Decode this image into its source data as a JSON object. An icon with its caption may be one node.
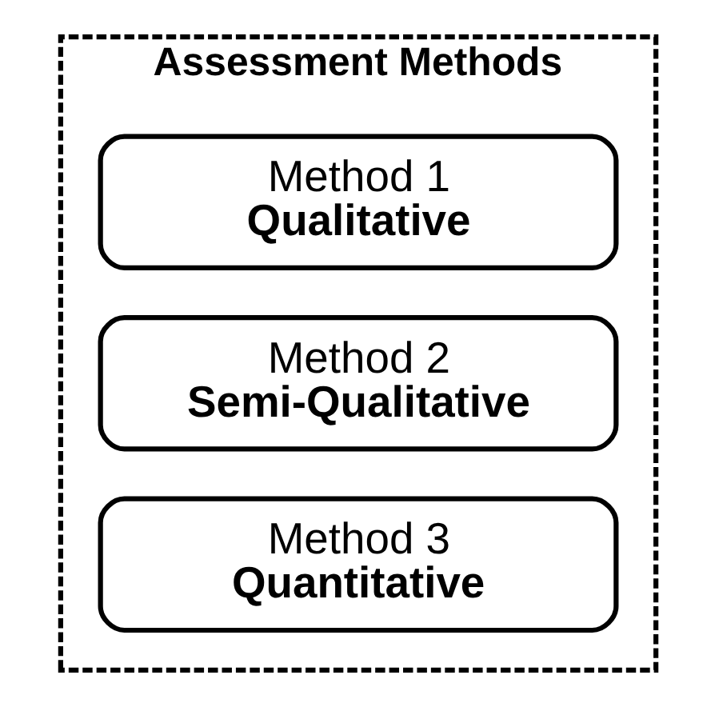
{
  "diagram": {
    "nodes": [
      {
        "text": [
          "Assessment Methods"
        ]
      },
      {
        "text": [
          "Method 1",
          "Qualitative"
        ],
        "in": 0
      },
      {
        "text": [
          "Method 2",
          "Semi-Qualitative"
        ],
        "in": 0
      },
      {
        "text": [
          "Method 3",
          "Quantitative"
        ],
        "in": 0
      }
    ],
    "edges": []
  }
}
